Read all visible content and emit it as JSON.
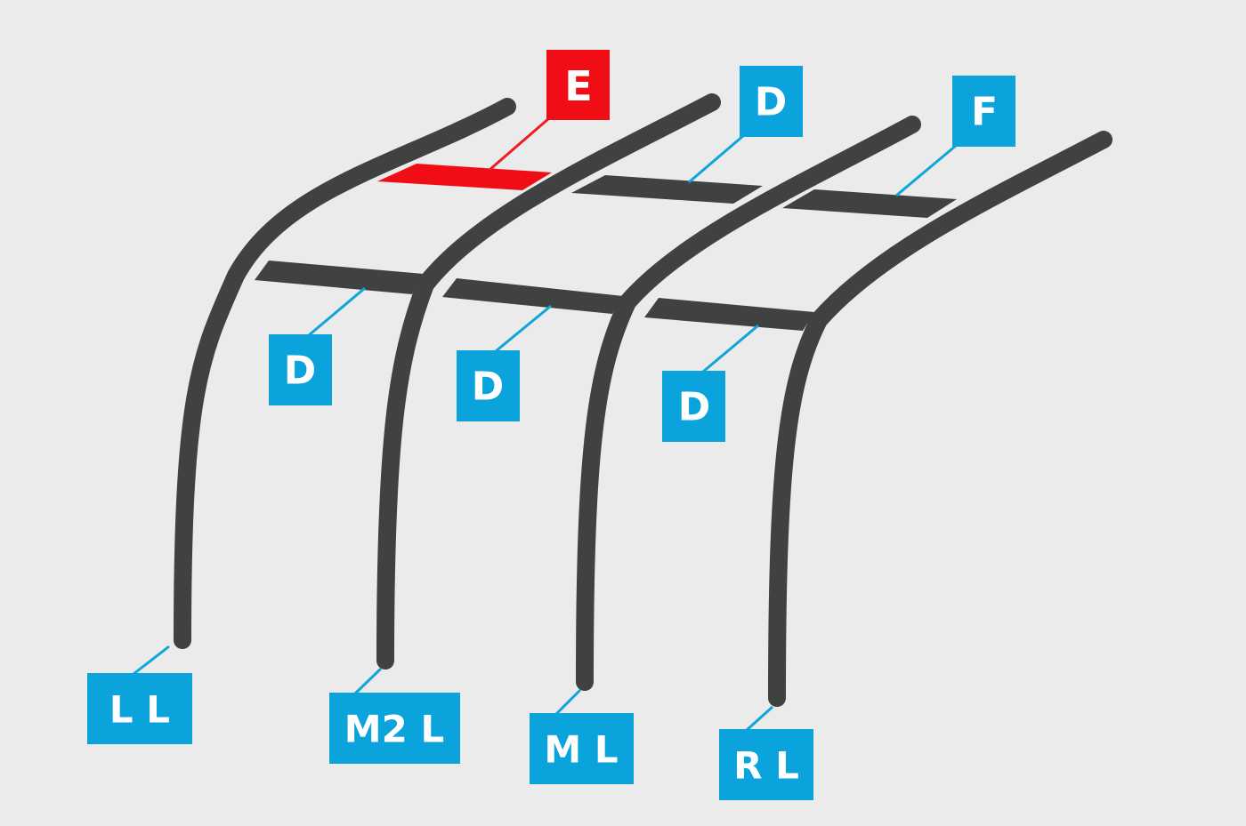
{
  "colors": {
    "background": "#ebebeb",
    "pole": "#3f4241",
    "label_blue": "#0aa3dc",
    "label_red": "#f00d15",
    "leader_blue": "#0ea5d8",
    "leader_red": "#ef1c24"
  },
  "poles": [
    {
      "id": "pole-ll",
      "label": "L L"
    },
    {
      "id": "pole-m2l",
      "label": "M2 L"
    },
    {
      "id": "pole-ml",
      "label": "M L"
    },
    {
      "id": "pole-rl",
      "label": "R L"
    }
  ],
  "top_bars": [
    {
      "id": "bar-e",
      "label": "E",
      "color": "red"
    },
    {
      "id": "bar-d-top",
      "label": "D",
      "color": "blue"
    },
    {
      "id": "bar-f",
      "label": "F",
      "color": "blue"
    }
  ],
  "lower_bars": [
    {
      "id": "bar-d-left",
      "label": "D",
      "color": "blue"
    },
    {
      "id": "bar-d-mid",
      "label": "D",
      "color": "blue"
    },
    {
      "id": "bar-d-right",
      "label": "D",
      "color": "blue"
    }
  ]
}
